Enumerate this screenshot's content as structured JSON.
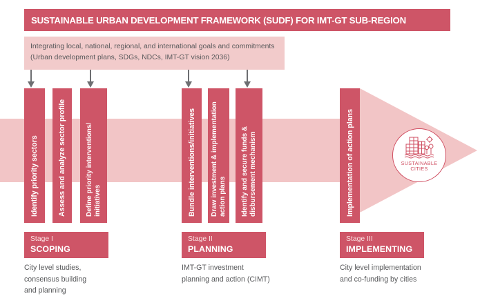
{
  "header": {
    "title": "SUSTAINABLE URBAN DEVELOPMENT FRAMEWORK (SUDF) FOR IMT-GT SUB-REGION"
  },
  "subtitle": {
    "line1": "Integrating local, national, regional, and international goals and commitments",
    "line2": "(Urban development plans, SDGs, NDCs, IMT-GT vision 2036)"
  },
  "steps": [
    {
      "label": "Identify priority sectors",
      "label2": "",
      "has_arrow": true
    },
    {
      "label": "Assess and analyze sector profile",
      "label2": "",
      "has_arrow": false
    },
    {
      "label": "Define priority interventions/",
      "label2": "initiatives",
      "has_arrow": true
    },
    {
      "label": "Bundle interventions/initiatives",
      "label2": "",
      "has_arrow": true
    },
    {
      "label": "Draw investment & implementation",
      "label2": "action plans",
      "has_arrow": false
    },
    {
      "label": "Identify and secure funds &",
      "label2": "disbursement mechanism",
      "has_arrow": true
    },
    {
      "label": "Implementation of action plans",
      "label2": "",
      "has_arrow": false
    }
  ],
  "stages": [
    {
      "number": "Stage I",
      "name": "SCOPING",
      "desc_lines": [
        "City level studies,",
        "consensus building",
        "and planning"
      ]
    },
    {
      "number": "Stage II",
      "name": "PLANNING",
      "desc_lines": [
        "IMT-GT investment",
        "planning and action (CIMT)"
      ]
    },
    {
      "number": "Stage III",
      "name": "IMPLEMENTING",
      "desc_lines": [
        "City level implementation",
        "and co-funding by cities"
      ]
    }
  ],
  "logo": {
    "line1": "SUSTAINABLE",
    "line2": "CITIES"
  },
  "colors": {
    "primary": "#ce5567",
    "pale": "#f2c5c6",
    "panel": "#f2cbcb",
    "text": "#58595b",
    "arrow": "#6d6e71",
    "logo_stroke": "#cf4d60"
  }
}
